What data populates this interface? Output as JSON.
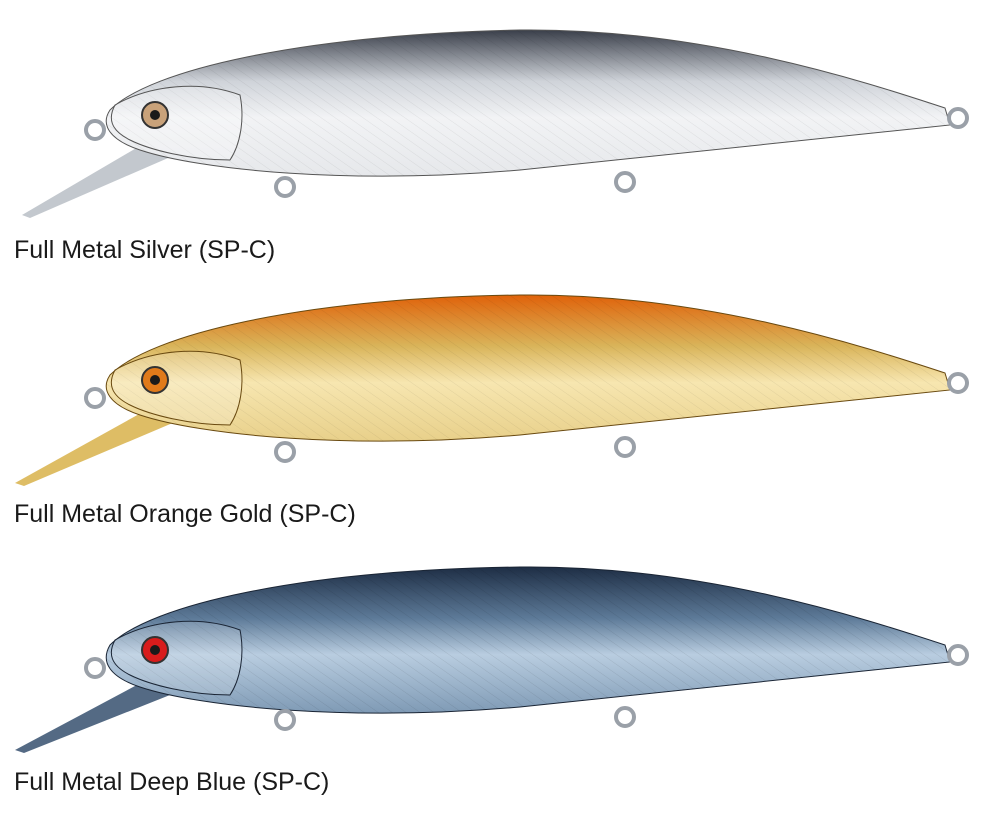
{
  "lures": [
    {
      "caption": "Full Metal Silver (SP-C)",
      "colors": {
        "back": "#3a3f4a",
        "body_mid": "#cfd3d9",
        "body_light": "#f2f3f5",
        "belly": "#e6e8eb",
        "lip": "#b9bec6",
        "eye": "#c9a27a",
        "pupil": "#1a1a1a"
      }
    },
    {
      "caption": "Full Metal Orange Gold (SP-C)",
      "colors": {
        "back": "#e0620a",
        "body_mid": "#d9b45a",
        "body_light": "#f7e6b0",
        "belly": "#e8d08a",
        "lip": "#d8b24a",
        "eye": "#e07a1a",
        "pupil": "#1a1a1a"
      }
    },
    {
      "caption": "Full Metal Deep Blue (SP-C)",
      "colors": {
        "back": "#1e2e45",
        "body_mid": "#5d7a98",
        "body_light": "#b9cde0",
        "belly": "#7f9ab5",
        "lip": "#36506e",
        "eye": "#d81c1c",
        "pupil": "#1a1a1a"
      }
    }
  ]
}
